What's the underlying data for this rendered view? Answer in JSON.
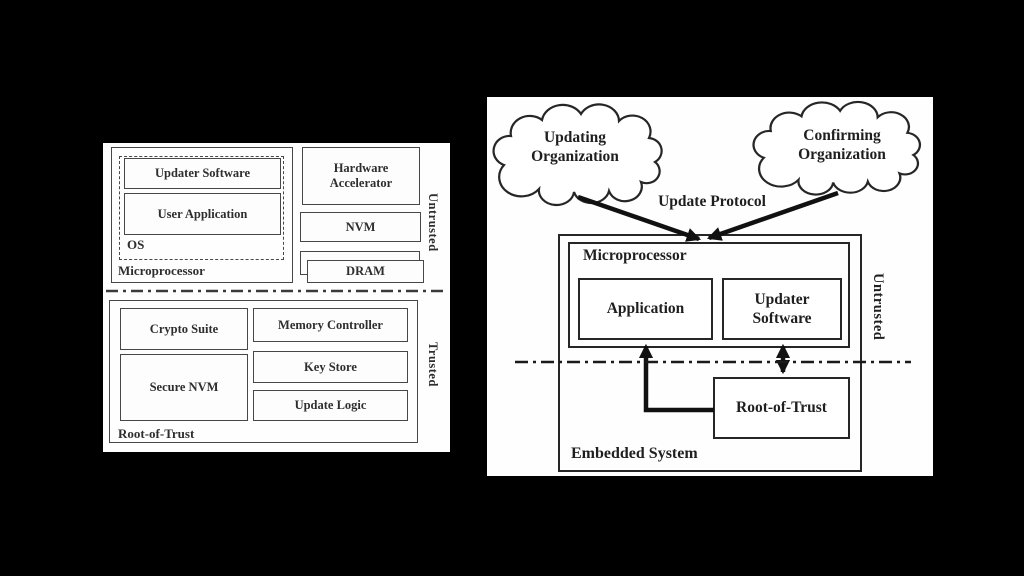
{
  "left_figure": {
    "microprocessor_label": "Microprocessor",
    "os_label": "OS",
    "updater_software": "Updater Software",
    "user_application": "User Application",
    "hardware_accelerator": "Hardware Accelerator",
    "nvm": "NVM",
    "dram": "DRAM",
    "untrusted_label": "Untrusted",
    "trusted_label": "Trusted",
    "root_of_trust_label": "Root-of-Trust",
    "crypto_suite": "Crypto Suite",
    "memory_controller": "Memory Controller",
    "secure_nvm": "Secure NVM",
    "key_store": "Key Store",
    "update_logic": "Update Logic"
  },
  "right_figure": {
    "updating_cloud": {
      "line1": "Updating",
      "line2": "Organization"
    },
    "confirming_cloud": {
      "line1": "Confirming",
      "line2": "Organization"
    },
    "update_protocol_label": "Update Protocol",
    "microprocessor_label": "Microprocessor",
    "application": "Application",
    "updater_software": "Updater Software",
    "root_of_trust": "Root-of-Trust",
    "embedded_system_label": "Embedded System",
    "untrusted_label": "Untrusted"
  },
  "colors": {
    "background": "#000000",
    "panel": "#fefefe",
    "left_line": "#474747",
    "right_line": "#262626",
    "arrow": "#111111"
  }
}
